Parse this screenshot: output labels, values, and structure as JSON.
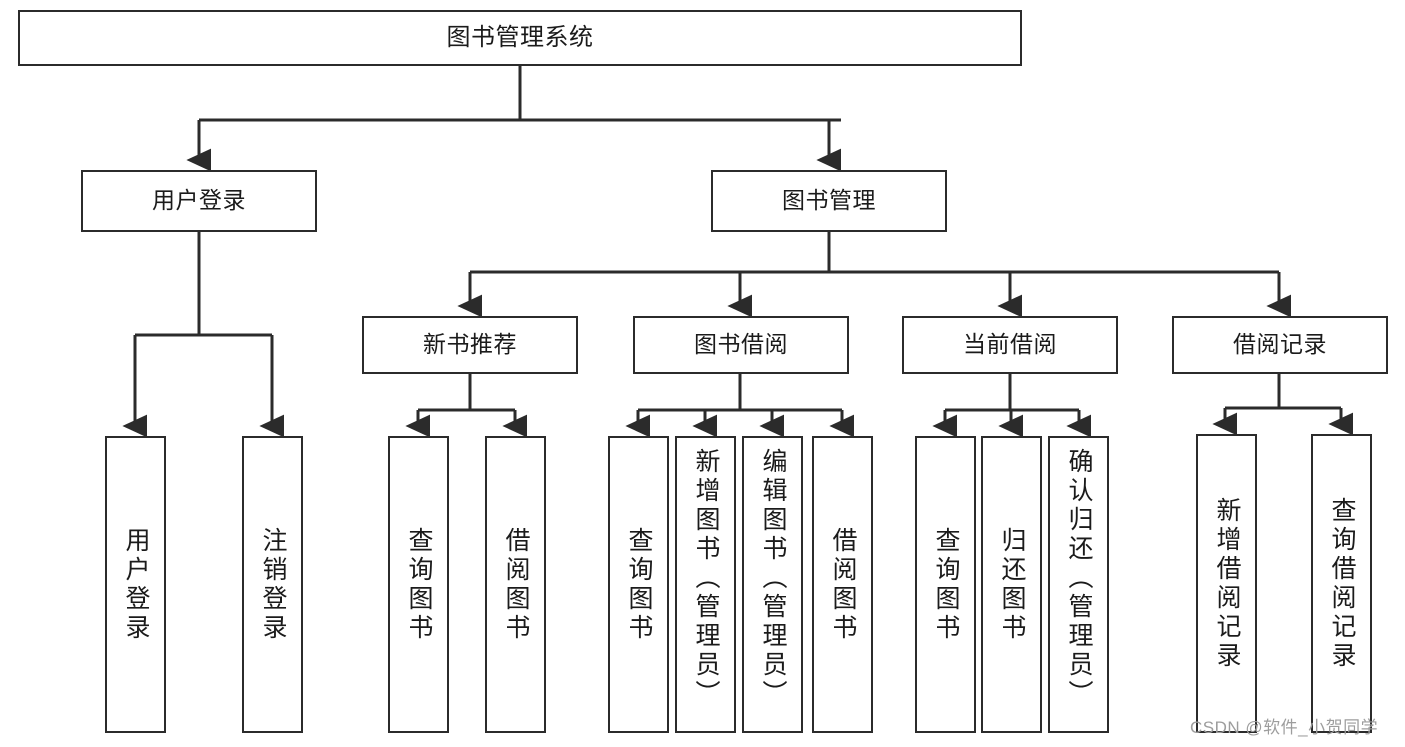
{
  "diagram": {
    "title": "图书管理系统",
    "type": "hierarchy-tree",
    "stroke_color": "#2b2b2b",
    "fill_color": "#ffffff",
    "text_color": "#1b1b1b"
  },
  "nodes": {
    "root": {
      "label": "图书管理系统"
    },
    "level2": [
      {
        "label": "用户登录"
      },
      {
        "label": "图书管理"
      }
    ],
    "level3": [
      {
        "label": "新书推荐"
      },
      {
        "label": "图书借阅"
      },
      {
        "label": "当前借阅"
      },
      {
        "label": "借阅记录"
      }
    ],
    "leaves": {
      "user_login": [
        {
          "label": "用户登录"
        },
        {
          "label": "注销登录"
        }
      ],
      "new_book_recommend": [
        {
          "label": "查询图书"
        },
        {
          "label": "借阅图书"
        }
      ],
      "book_borrow": [
        {
          "label": "查询图书"
        },
        {
          "label": "新增图书（管理员）"
        },
        {
          "label": "编辑图书（管理员）"
        },
        {
          "label": "借阅图书"
        }
      ],
      "current_borrow": [
        {
          "label": "查询图书"
        },
        {
          "label": "归还图书"
        },
        {
          "label": "确认归还（管理员）"
        }
      ],
      "borrow_record": [
        {
          "label": "新增借阅记录"
        },
        {
          "label": "查询借阅记录"
        }
      ]
    }
  },
  "watermark": {
    "text": "CSDN @软件_小贺同学"
  }
}
